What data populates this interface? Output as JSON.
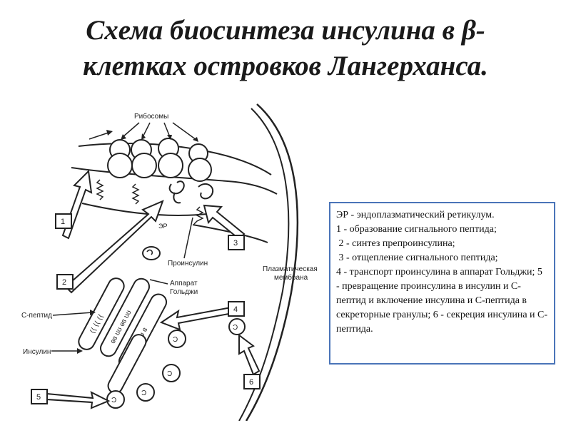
{
  "title": {
    "line1": "Схема биосинтеза инсулина в β-",
    "line2": "клетках островков Лангерханса."
  },
  "labels": {
    "ribosomes": "Рибосомы",
    "er": "ЭР",
    "proinsulin": "Проинсулин",
    "golgi_1": "Аппарат",
    "golgi_2": "Гольджи",
    "c_peptide": "С-пептид",
    "insulin": "Инсулин",
    "membrane_1": "Плазматическая",
    "membrane_2": "мембрана"
  },
  "steps": [
    "1",
    "2",
    "3",
    "4",
    "5",
    "6"
  ],
  "legend": {
    "lines": [
      "ЭР - эндоплазматический ретикулум.",
      "1 - образование сигнального пептида;",
      " 2 - синтез препроинсулина;",
      " 3 - отщепление сигнального пептида;",
      "4 - транспорт проинсулина в аппарат Гольджи; 5 - превращение проинсулина в инсулин и С-пептид и включение инсулина и С-пептида в секреторные гранулы; 6 - секреция инсулина и С-пептида."
    ]
  },
  "colors": {
    "legend_border": "#4a74b8",
    "ink": "#222222"
  }
}
